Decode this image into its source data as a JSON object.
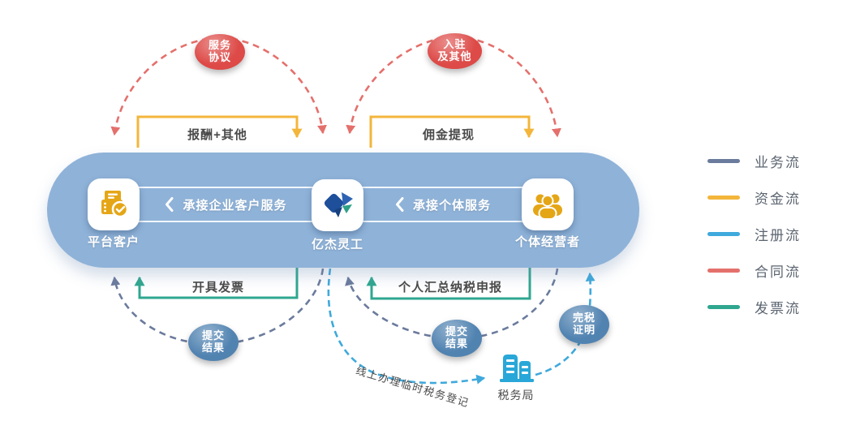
{
  "pill": {
    "color": "#8fb2d8",
    "entities": [
      {
        "label": "平台客户"
      },
      {
        "label": "亿杰灵工"
      },
      {
        "label": "个体经营者"
      }
    ],
    "bands": [
      {
        "label": "承接企业客户服务"
      },
      {
        "label": "承接个体服务"
      }
    ]
  },
  "bubbles": {
    "service": {
      "line1": "服务",
      "line2": "协议"
    },
    "enroll": {
      "line1": "入驻",
      "line2": "及其他"
    },
    "submit1": {
      "line1": "提交",
      "line2": "结果"
    },
    "submit2": {
      "line1": "提交",
      "line2": "结果"
    },
    "taxpaid": {
      "line1": "完税",
      "line2": "证明"
    }
  },
  "flow_labels": {
    "top_left": "报酬+其他",
    "top_right": "佣金提现",
    "bottom_left": "开具发票",
    "bottom_right": "个人汇总纳税申报",
    "registration": "线上办理临时税务登记"
  },
  "tax_bureau": {
    "label": "税务局",
    "color": "#29a7d8"
  },
  "flows": {
    "business": {
      "label": "业务流",
      "color": "#6b7b9d"
    },
    "funds": {
      "label": "资金流",
      "color": "#f3b63b"
    },
    "registration": {
      "label": "注册流",
      "color": "#3fa9dc"
    },
    "contract": {
      "label": "合同流",
      "color": "#e4706c"
    },
    "invoice": {
      "label": "发票流",
      "color": "#2fa78f"
    }
  },
  "colors": {
    "bubble_red": "#dd4a47",
    "bubble_blue": "#5183b1",
    "gold": "#e5a616",
    "text_dark": "#4a4a4a"
  }
}
